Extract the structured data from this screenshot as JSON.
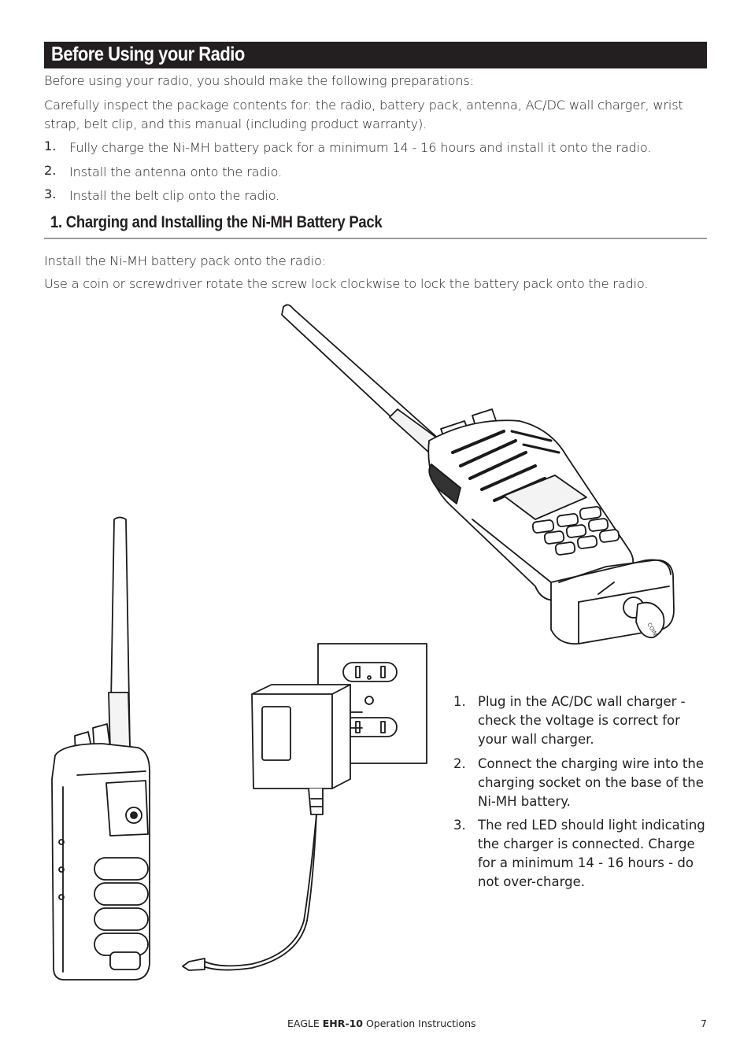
{
  "title": "Before Using your Radio",
  "intro": "Before using your radio, you should make the following preparations:",
  "inspect": "Carefully inspect the package contents for: the radio, battery pack, antenna, AC/DC wall charger, wrist strap, belt clip, and this manual (including product warranty).",
  "prep_steps": [
    {
      "num": "1.",
      "text": "Fully charge the Ni-MH battery pack for a minimum 14 - 16 hours and install it onto the radio."
    },
    {
      "num": "2.",
      "text": "Install the antenna onto the radio."
    },
    {
      "num": "3.",
      "text": "Install the belt clip onto the radio."
    }
  ],
  "section": {
    "heading": "1.  Charging and Installing the Ni-MH Battery Pack",
    "line1": "Install the Ni-MH battery pack onto the radio:",
    "line2": "Use a coin or screwdriver rotate the screw lock clockwise to lock the battery pack onto the radio."
  },
  "illustration": {
    "coin_label": "COIN"
  },
  "charge_steps": [
    {
      "num": "1.",
      "text": "Plug in the AC/DC wall charger - check the voltage is correct for your wall charger."
    },
    {
      "num": "2.",
      "text": "Connect the charging wire into the charging socket on the base of the Ni-MH battery."
    },
    {
      "num": "3.",
      "text": "The red LED should light indicating the charger is connected. Charge for a minimum 14 - 16 hours - do not over-charge."
    }
  ],
  "footer": {
    "brand": "EAGLE",
    "model": "EHR-10",
    "doc": "Operation Instructions",
    "page": "7"
  },
  "colors": {
    "title_bg": "#231f20",
    "rule": "#9a9a9a"
  }
}
